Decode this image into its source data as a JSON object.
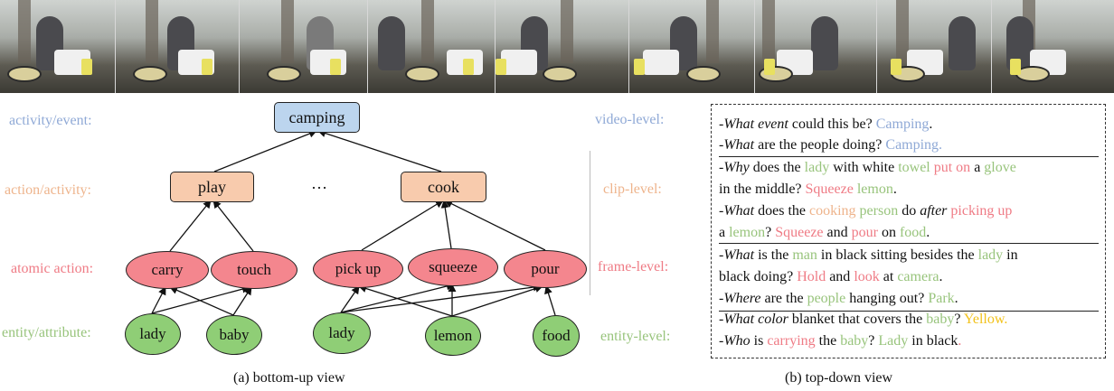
{
  "colors": {
    "blue": "#8fa9d6",
    "orange": "#eeb48c",
    "red": "#ef7b85",
    "green": "#98c47c",
    "yellow": "#f2c21b",
    "node_blue": "#bcd5ee",
    "node_orange": "#f8cbad",
    "node_red": "#f4868e",
    "node_green": "#8fce76"
  },
  "frames": [
    {
      "id": "f1"
    },
    {
      "id": "f2"
    },
    {
      "id": "f3"
    },
    {
      "id": "f4"
    },
    {
      "id": "f5"
    },
    {
      "id": "f6"
    },
    {
      "id": "f7"
    },
    {
      "id": "f8"
    },
    {
      "id": "f9"
    }
  ],
  "left": {
    "levels": {
      "activity": "activity/event:",
      "action": "action/activity:",
      "atomic": "atomic action:",
      "entity": "entity/attribute:"
    },
    "nodes": {
      "camping": "camping",
      "play": "play",
      "ellipsis": "…",
      "cook": "cook",
      "carry": "carry",
      "touch": "touch",
      "pickup": "pick up",
      "squeeze": "squeeze",
      "pour": "pour",
      "lady1": "lady",
      "baby": "baby",
      "lady2": "lady",
      "lemon": "lemon",
      "food": "food"
    },
    "caption": "(a) bottom-up view"
  },
  "right": {
    "levels": {
      "video": "video-level:",
      "clip": "clip-level:",
      "frame": "frame-level:",
      "entity": "entity-level:"
    },
    "caption": "(b) top-down view",
    "q": {
      "v1": {
        "dash": "-",
        "wh": "What event",
        "t1": " could this be? ",
        "a": "Camping",
        "t2": "."
      },
      "v2": {
        "dash": "-",
        "wh": "What",
        "t1": " are the people doing? ",
        "a": "Camping."
      },
      "c1a": {
        "dash": "-",
        "wh": "Why",
        "t1": " does the ",
        "e1": "lady",
        "t2": " with white ",
        "e2": "towel",
        "t3": " ",
        "act": "put on",
        "t4": " a ",
        "e3": "glove"
      },
      "c1b": {
        "t1": "in the middle? ",
        "act": "Squeeze",
        "t2": " ",
        "e1": "lemon",
        "t3": "."
      },
      "c2a": {
        "dash": "-",
        "wh": "What",
        "t1": " does the ",
        "o1": "cooking",
        "t2": " ",
        "e1": "person",
        "t3": " do ",
        "wh2": "after",
        "t4": " ",
        "act": "picking up"
      },
      "c2b": {
        "t1": "a ",
        "e1": "lemon",
        "t2": "? ",
        "act1": "Squeeze",
        "t3": " and ",
        "act2": "pour",
        "t4": " on ",
        "e2": "food",
        "t5": "."
      },
      "f1a": {
        "dash": "-",
        "wh": "What",
        "t1": " is the ",
        "e1": "man",
        "t2": " in black sitting besides the ",
        "e2": "lady",
        "t3": " in"
      },
      "f1b": {
        "t1": "black doing? ",
        "act1": "Hold",
        "t2": " and ",
        "act2": "look",
        "t3": " at ",
        "e1": "camera",
        "t4": "."
      },
      "f2": {
        "dash": "-",
        "wh": "Where",
        "t1": " are the ",
        "e1": "people",
        "t2": " hanging out? ",
        "e2": "Park",
        "t3": "."
      },
      "e1": {
        "dash": "-",
        "wh": "What color",
        "t1": " blanket that covers the ",
        "e1": "baby",
        "t2": "? ",
        "a": "Yellow."
      },
      "e2": {
        "dash": "-",
        "wh": "Who",
        "t1": " is ",
        "act": "carrying",
        "t2": " the ",
        "e1": "baby",
        "t3": "? ",
        "e2": "Lady",
        "t4": " in black",
        "t5": "."
      }
    }
  }
}
